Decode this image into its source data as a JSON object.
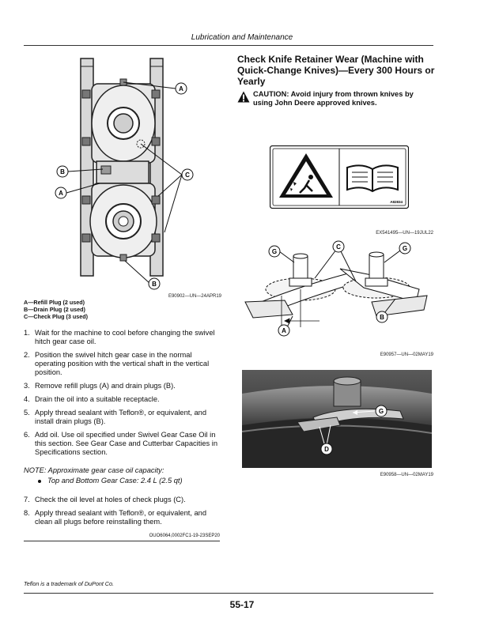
{
  "header": {
    "section_title": "Lubrication and Maintenance"
  },
  "left": {
    "figure_callouts": [
      "A",
      "B",
      "A",
      "C",
      "B"
    ],
    "figure_caption": "E90902—UN—24APR19",
    "legend": [
      "A—Refill Plug (2 used)",
      "B—Drain Plug (2 used)",
      "C—Check Plug (3 used)"
    ],
    "steps": [
      {
        "n": "1.",
        "text": "Wait for the machine to cool before changing the swivel hitch gear case oil."
      },
      {
        "n": "2.",
        "text": "Position the swivel hitch gear case in the normal operating position with the vertical shaft in the vertical position."
      },
      {
        "n": "3.",
        "text": "Remove refill plugs (A) and drain plugs (B)."
      },
      {
        "n": "4.",
        "text": "Drain the oil into a suitable receptacle."
      },
      {
        "n": "5.",
        "text": "Apply thread sealant with Teflon®, or equivalent, and install drain plugs (B)."
      },
      {
        "n": "6.",
        "text": "Add oil. Use oil specified under Swivel Gear Case Oil in this section. See Gear Case and Cutterbar Capacities in Specifications section."
      }
    ],
    "note": "NOTE: Approximate gear case oil capacity:",
    "bullet": "Top and Bottom Gear Case: 2.4 L (2.5 qt)",
    "steps2": [
      {
        "n": "7.",
        "text": "Check the oil level at holes of check plugs (C)."
      },
      {
        "n": "8.",
        "text": "Apply thread sealant with Teflon®, or equivalent, and clean all plugs before reinstalling them."
      }
    ],
    "doc_id": "OUO6064,0002FC1-19-23SEP20"
  },
  "right": {
    "title": "Check Knife Retainer Wear (Machine with Quick-Change Knives)—Every 300 Hours or Yearly",
    "caution": "CAUTION: Avoid injury from thrown knives by using John Deere approved knives.",
    "safety_sign_code": "A82834",
    "safety_sign_caption": "EX541495—UN—19JUL22",
    "figure2_callouts": [
      "G",
      "C",
      "G",
      "B",
      "A"
    ],
    "figure2_caption": "E90957—UN—02MAY19",
    "figure3_callouts": [
      "G",
      "D"
    ],
    "figure3_caption": "E90958—UN—02MAY19"
  },
  "footer": {
    "footnote": "Teflon is a trademark of DuPont Co.",
    "page_number": "55-17"
  }
}
